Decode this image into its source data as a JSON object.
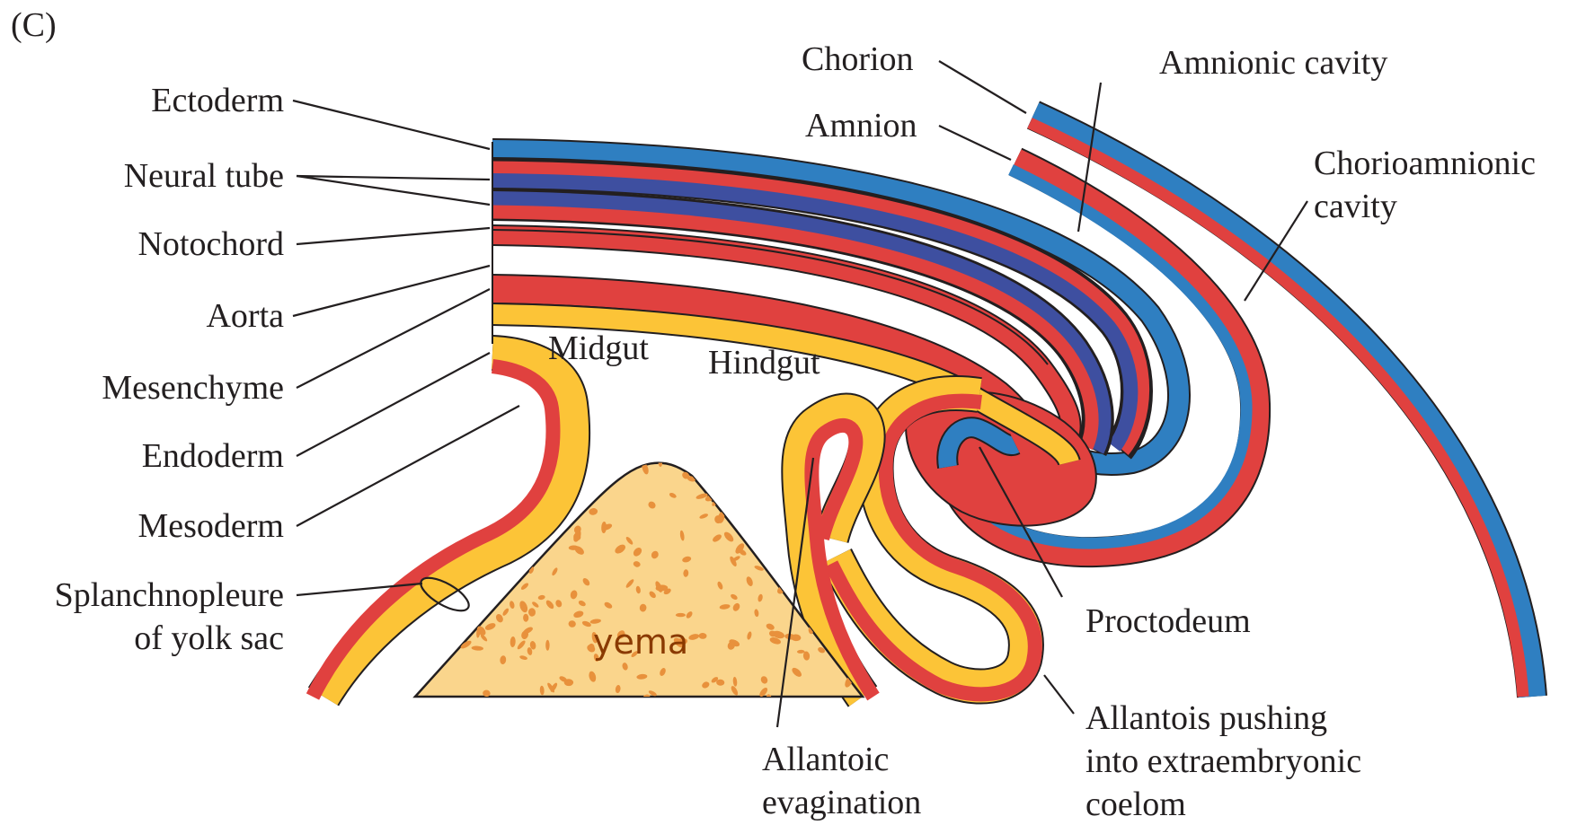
{
  "panel_label": "(C)",
  "labels": {
    "ectoderm": "Ectoderm",
    "neural_tube": "Neural tube",
    "notochord": "Notochord",
    "aorta": "Aorta",
    "mesenchyme": "Mesenchyme",
    "endoderm": "Endoderm",
    "mesoderm": "Mesoderm",
    "splanchnopleure": [
      "Splanchnopleure",
      "of yolk sac"
    ],
    "midgut": "Midgut",
    "hindgut": "Hindgut",
    "chorion": "Chorion",
    "amnion": "Amnion",
    "amnionic_cavity": "Amnionic cavity",
    "chorioamnionic_cavity": [
      "Chorioamnionic",
      "cavity"
    ],
    "proctodeum": "Proctodeum",
    "allantois_pushing": [
      "Allantois pushing",
      "into extraembryonic",
      "coelom"
    ],
    "allantoic_evagination": [
      "Allantoic",
      "evagination"
    ],
    "yolk": "yema"
  },
  "colors": {
    "ectoderm_blue": "#2f7fc1",
    "neural_blue": "#3e4fa0",
    "mesoderm_red": "#e0413f",
    "endoderm_yellow": "#fcc437",
    "yolk_fill": "#fad58c",
    "yolk_spots": "#e8913c",
    "yolk_text": "#8a3a00",
    "outline": "#231f20"
  }
}
